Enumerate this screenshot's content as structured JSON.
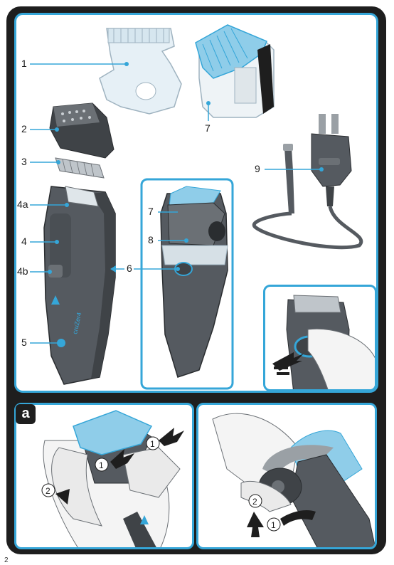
{
  "colors": {
    "accent": "#35a6d8",
    "frame": "#1e1e1e",
    "body": "#555a60",
    "head": "#3f4347",
    "comb": "#8fcde9"
  },
  "labels": {
    "l1": "1",
    "l2": "2",
    "l3": "3",
    "l4a": "4a",
    "l4": "4",
    "l4b": "4b",
    "l5": "5",
    "l6": "6",
    "l7a": "7",
    "l7b": "7",
    "l8": "8",
    "l9": "9"
  },
  "brand_text": "cruZer4",
  "section_badge": "a",
  "step_markers": {
    "s1a": "1",
    "s2a": "2",
    "s1b": "1",
    "s2b": "2",
    "s3b": "1"
  },
  "page_number": "2"
}
